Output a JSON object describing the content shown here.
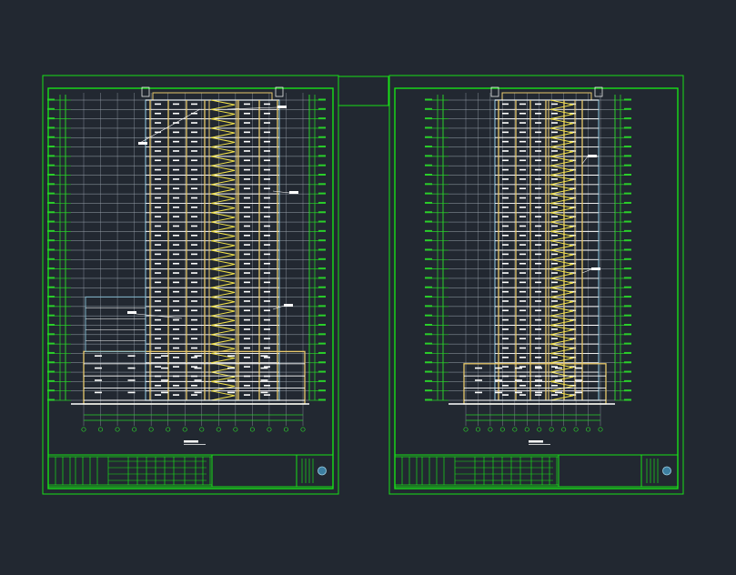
{
  "canvas": {
    "background": "#222831"
  },
  "colors": {
    "frame": "#18e018",
    "grid": "#9aa3ad",
    "structure": "#e8c86a",
    "glazing": "#7fb2c8",
    "stair": "#f2e24a",
    "slab": "#ffffff",
    "dim": "#2ad02a",
    "accent": "#d8d840"
  },
  "sheets": [
    {
      "id": "section-a",
      "floors": 32,
      "podium_levels": 4,
      "axis_count": 14,
      "has_podium_wing": true,
      "has_scale_bar": true
    },
    {
      "id": "section-b",
      "floors": 32,
      "podium_levels": 3,
      "axis_count": 12,
      "has_podium_wing": false,
      "has_scale_bar": true
    }
  ],
  "icons": {
    "seal": "compass-seal-icon",
    "scale": "scale-bar-icon"
  }
}
